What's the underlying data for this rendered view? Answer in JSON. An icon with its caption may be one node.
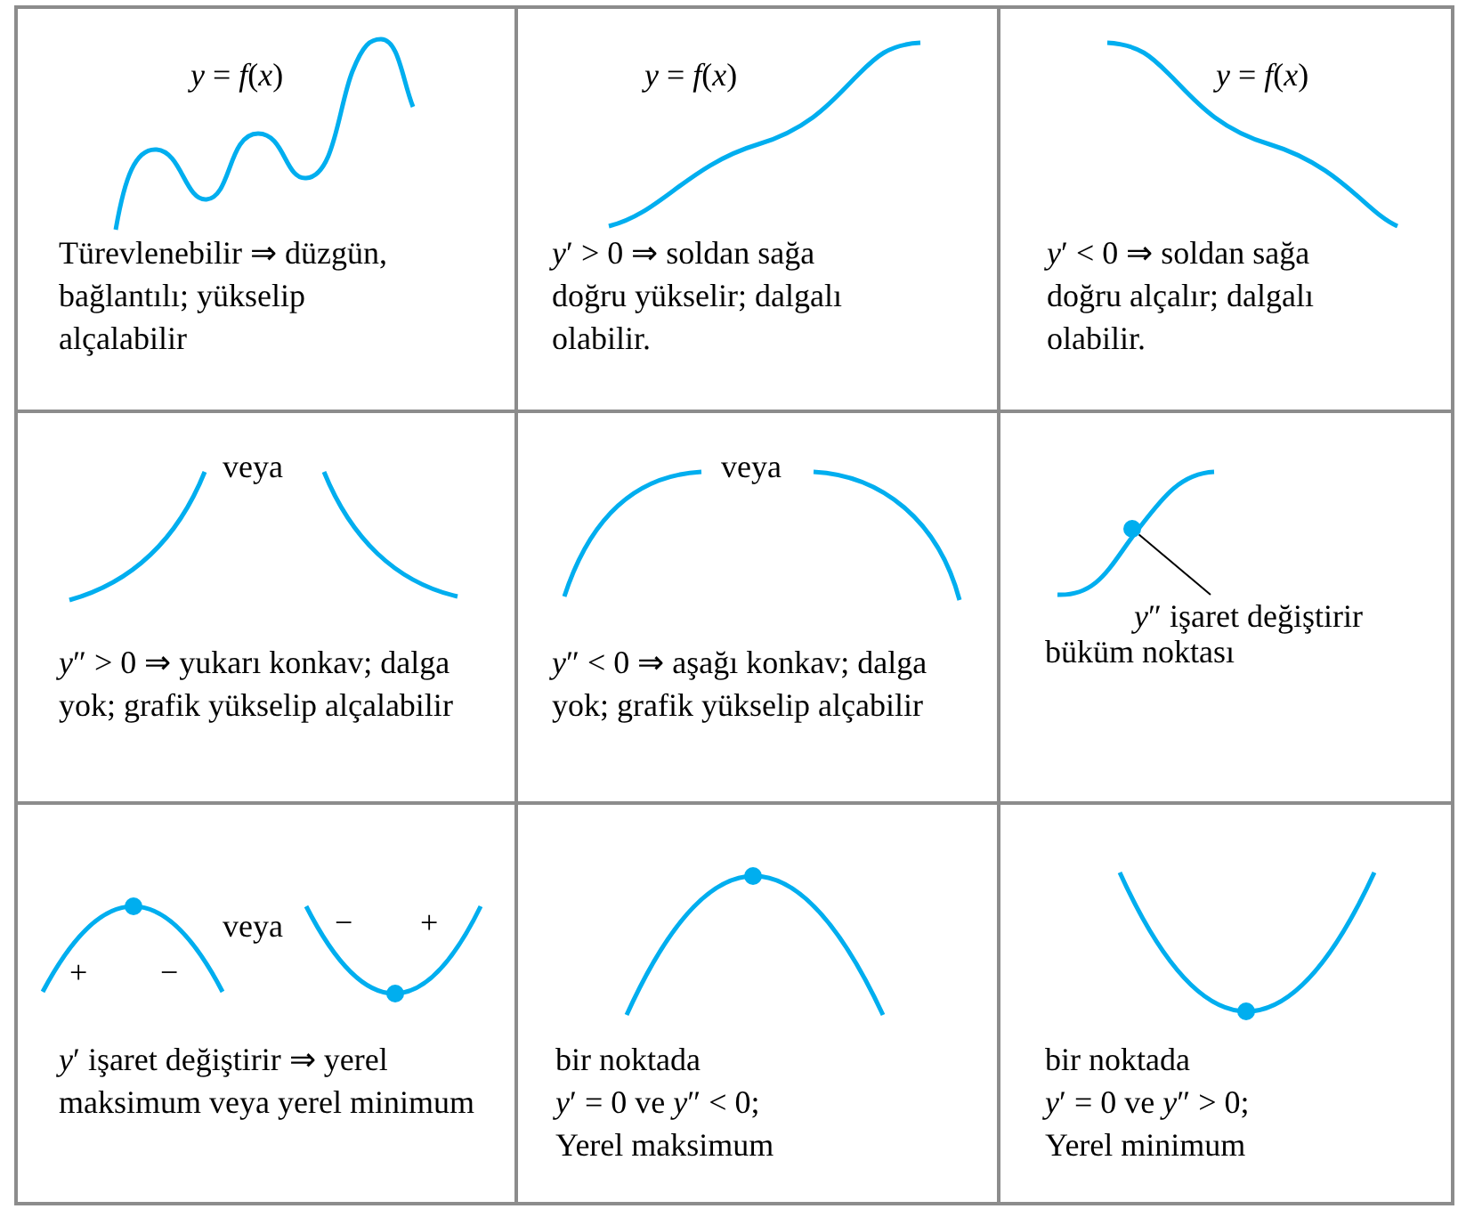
{
  "diagram": {
    "nodes": [
      {
        "text": [
          "*y* = *f*(*x*)",
          "Türevlenebilir ⇒ düzgün, bağlantılı; yükselip alçalabilir"
        ]
      },
      {
        "text": [
          "*y* = *f*(*x*)",
          "*y*′ > 0 ⇒ soldan sağa doğru yükselir; dalgalı olabilir."
        ]
      },
      {
        "text": [
          "*y* = *f*(*x*)",
          "*y*′ < 0 ⇒ soldan sağa doğru alçalır; dalgalı olabilir."
        ]
      },
      {
        "text": [
          "veya",
          "*y*″ > 0 ⇒ yukarı konkav; dalga yok; grafik yükselip alçalabilir"
        ]
      },
      {
        "text": [
          "veya",
          "*y*″ < 0 ⇒ aşağı konkav; dalga yok; grafik yükselip alçabilir"
        ]
      },
      {
        "text": [
          "büküm noktası"
        ]
      },
      {
        "text": [
          "+",
          "−",
          "veya",
          "−",
          "+",
          "*y*′ işaret değiştirir ⇒ yerel maksimum veya yerel minimum"
        ]
      },
      {
        "text": [
          "bir noktada",
          "*y*′ = 0 ve *y*″ < 0;",
          "Yerel maksimum"
        ]
      },
      {
        "text": [
          "bir noktada",
          "*y*′ = 0 ve *y*″ > 0;",
          "Yerel minimum"
        ]
      },
      {
        "text": [
          "*y*″ işaret değiştirir"
        ],
        "in": 5
      },
      {
        "text": [],
        "shape": "circle",
        "in": 5
      }
    ],
    "edges": [
      {
        "from": 9,
        "to": 10,
        "arrow": "none"
      }
    ]
  }
}
